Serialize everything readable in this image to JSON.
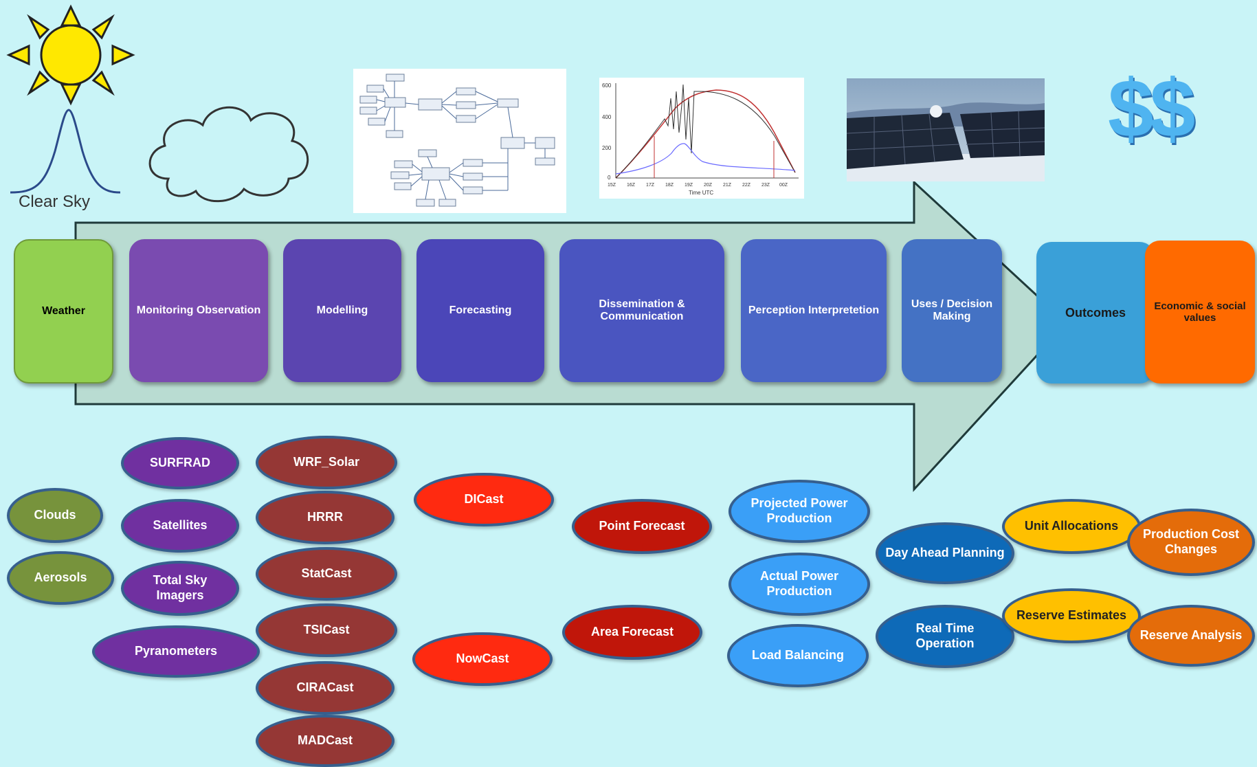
{
  "top": {
    "clear_sky_label": "Clear Sky",
    "sun_icon": "sun-icon",
    "cloud_icon": "cloud-icon",
    "dollar_text": "$$"
  },
  "thumb_chart": {
    "y_ticks": [
      "0",
      "200",
      "400",
      "600"
    ],
    "x_ticks": [
      "15Z",
      "16Z",
      "17Z",
      "18Z",
      "19Z",
      "20Z",
      "21Z",
      "22Z",
      "23Z",
      "00Z"
    ],
    "xlabel": "Time UTC"
  },
  "stages": [
    {
      "label": "Weather",
      "color": "#92d050"
    },
    {
      "label": "Monitoring Observation",
      "color": "#7a4bb0"
    },
    {
      "label": "Modelling",
      "color": "#5b45b0"
    },
    {
      "label": "Forecasting",
      "color": "#4b46b8"
    },
    {
      "label": "Dissemination & Communication",
      "color": "#4a55c0"
    },
    {
      "label": "Perception Interpretetion",
      "color": "#4a66c6"
    },
    {
      "label": "Uses / Decision Making",
      "color": "#4472c4"
    },
    {
      "label": "Outcomes",
      "color": "#3aa0d8"
    },
    {
      "label": "Economic & social values",
      "color": "#ff6a00"
    }
  ],
  "ovals": {
    "clouds": "Clouds",
    "aerosols": "Aerosols",
    "surfrad": "SURFRAD",
    "satellites": "Satellites",
    "total_sky": "Total Sky Imagers",
    "pyranometers": "Pyranometers",
    "wrf_solar": "WRF_Solar",
    "hrrr": "HRRR",
    "statcast": "StatCast",
    "tsicast": "TSICast",
    "ciracast": "CIRACast",
    "madcast": "MADCast",
    "dicast": "DICast",
    "nowcast": "NowCast",
    "point_forecast": "Point Forecast",
    "area_forecast": "Area Forecast",
    "projected_power": "Projected Power Production",
    "actual_power": "Actual Power Production",
    "load_balancing": "Load Balancing",
    "day_ahead": "Day Ahead Planning",
    "real_time": "Real Time Operation",
    "unit_alloc": "Unit Allocations",
    "reserve_est": "Reserve Estimates",
    "prod_cost": "Production Cost Changes",
    "reserve_analysis": "Reserve Analysis"
  }
}
